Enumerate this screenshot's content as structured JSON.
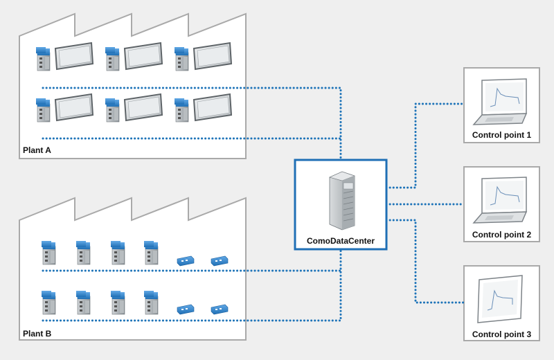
{
  "plants": [
    {
      "label": "Plant A",
      "icon": "daq-monitor-icon",
      "rows": 2,
      "per_row": 3
    },
    {
      "label": "Plant B",
      "icon": "daq-module-icon",
      "rows": 2,
      "per_row": 6
    }
  ],
  "center": {
    "label": "ComoDataCenter",
    "icon": "server-rack-icon"
  },
  "control_points": [
    {
      "label": "Control point 1",
      "icon": "laptop-icon"
    },
    {
      "label": "Control point 2",
      "icon": "laptop-icon"
    },
    {
      "label": "Control point 3",
      "icon": "tablet-icon"
    }
  ],
  "colors": {
    "background": "#efefef",
    "frame": "#a9a9a9",
    "frame_fill": "#ffffff",
    "accent_blue": "#1f6fb5",
    "dotted_line": "#1d73b8",
    "device_blue": "#3a8fd6"
  }
}
